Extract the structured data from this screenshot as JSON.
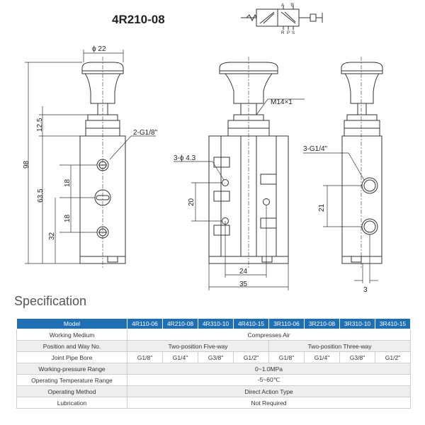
{
  "drawing": {
    "title": "4R210-08",
    "port_labels": [
      "A",
      "B",
      "R",
      "P",
      "S"
    ],
    "dimensions": {
      "phi22": "ϕ 22",
      "d98": "98",
      "d12_5": "12.5",
      "d63_5": "63.5",
      "d18a": "18",
      "d18b": "18",
      "d32": "32",
      "port_callout_side": "2-G1/8\"",
      "thread": "M14×1",
      "holes": "3-ϕ 4.3",
      "d20": "20",
      "d24": "24",
      "d35": "35",
      "port_callout_back": "3-G1/4\"",
      "d21": "21",
      "d3": "3"
    }
  },
  "spec": {
    "heading": "Specification",
    "columns": [
      "Model",
      "4R110-06",
      "4R210-08",
      "4R310-10",
      "4R410-15",
      "3R110-06",
      "3R210-08",
      "3R310-10",
      "3R410-15"
    ],
    "rows": [
      {
        "label": "Working Medium",
        "cells": [
          {
            "text": "Compresses Air",
            "span": 8
          }
        ]
      },
      {
        "label": "Position and Way No.",
        "cells": [
          {
            "text": "Two-position Five-way",
            "span": 4
          },
          {
            "text": "Two-position Three-way",
            "span": 4
          }
        ]
      },
      {
        "label": "Joint Pipe Bore",
        "cells": [
          {
            "text": "G1/8\"",
            "span": 1
          },
          {
            "text": "G1/4\"",
            "span": 1
          },
          {
            "text": "G3/8\"",
            "span": 1
          },
          {
            "text": "G1/2\"",
            "span": 1
          },
          {
            "text": "G1/8\"",
            "span": 1
          },
          {
            "text": "G1/4\"",
            "span": 1
          },
          {
            "text": "G3/8\"",
            "span": 1
          },
          {
            "text": "G1/2\"",
            "span": 1
          }
        ]
      },
      {
        "label": "Working-pressure Range",
        "cells": [
          {
            "text": "0~1.0MPa",
            "span": 8
          }
        ]
      },
      {
        "label": "Operating Temperature Range",
        "cells": [
          {
            "text": "-5~60℃",
            "span": 8
          }
        ]
      },
      {
        "label": "Operating Method",
        "cells": [
          {
            "text": "Direct Action Type",
            "span": 8
          }
        ]
      },
      {
        "label": "Lubrication",
        "cells": [
          {
            "text": "Not Required",
            "span": 8
          }
        ]
      }
    ]
  }
}
